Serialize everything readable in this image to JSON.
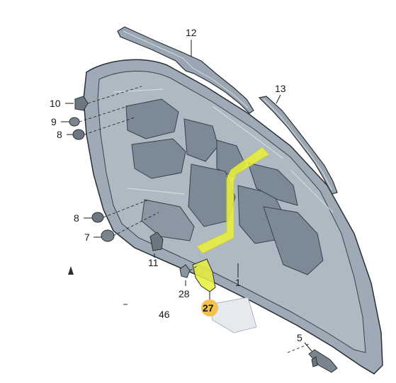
{
  "colors": {
    "hood_fill": "#9eaab6",
    "hood_dark": "#7c8996",
    "hood_light": "#c5cfd8",
    "outline": "#2b2f33",
    "highlight_yellow": "#e9ef3c",
    "callout_circle": "#f2c14e"
  },
  "labels": {
    "p1": "1",
    "p5": "5",
    "p7": "7",
    "p8a": "8",
    "p8b": "8",
    "p9": "9",
    "p10": "10",
    "p11": "11",
    "p12": "12",
    "p13": "13",
    "p27": "27",
    "p28": "28",
    "p46": "46"
  }
}
